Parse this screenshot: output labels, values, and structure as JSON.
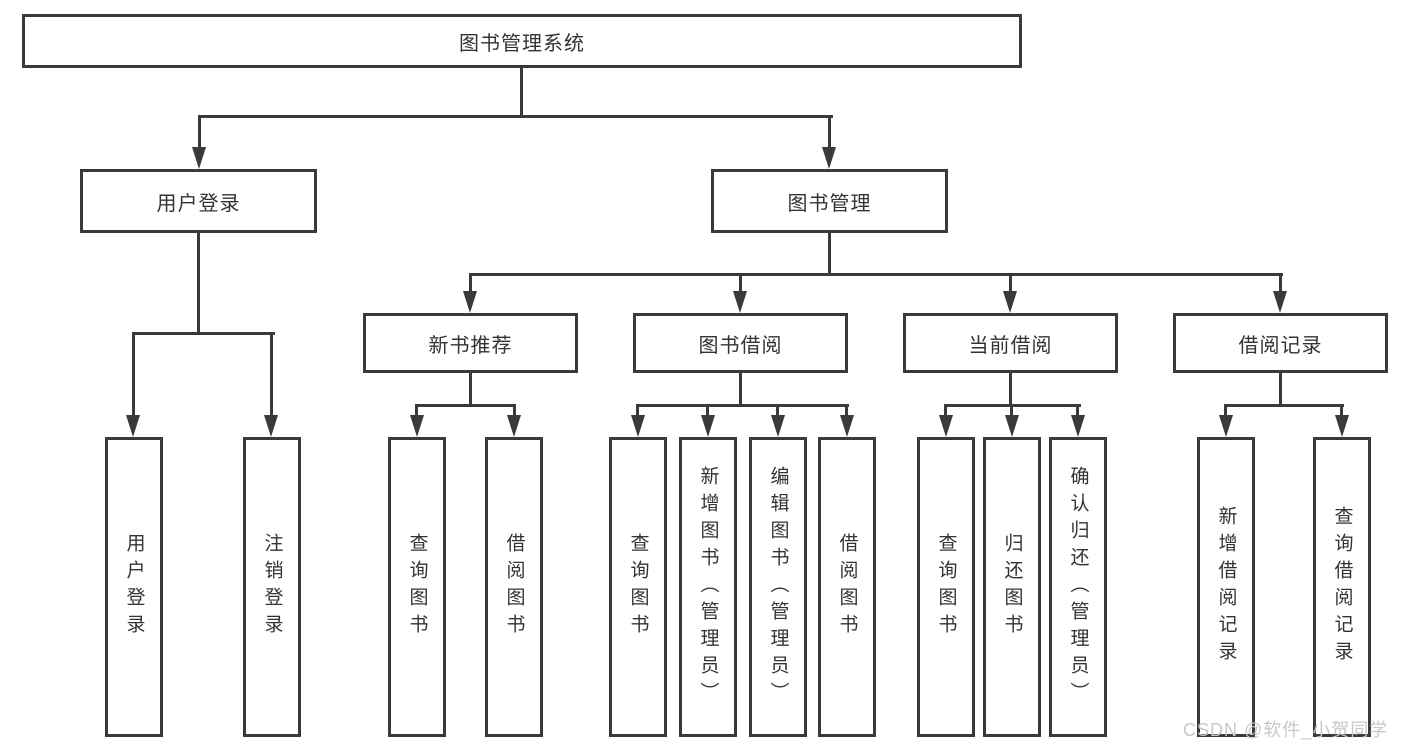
{
  "diagram": {
    "title": "图书管理系统",
    "type": "hierarchy-tree",
    "nodes": {
      "root": "图书管理系统",
      "user_login": "用户登录",
      "book_management": "图书管理",
      "new_book_recommend": "新书推荐",
      "book_borrowing": "图书借阅",
      "current_borrowing": "当前借阅",
      "borrowing_records": "借阅记录",
      "leaf_user_login": "用户登录",
      "leaf_logout": "注销登录",
      "leaf_nb_query_books": "查询图书",
      "leaf_nb_borrow_books": "借阅图书",
      "leaf_bb_query_books": "查询图书",
      "leaf_bb_add_books": "新增图书（管理员）",
      "leaf_bb_edit_books": "编辑图书（管理员）",
      "leaf_bb_borrow_books": "借阅图书",
      "leaf_cb_query_books": "查询图书",
      "leaf_cb_return_books": "归还图书",
      "leaf_cb_confirm_return": "确认归还（管理员）",
      "leaf_br_add_record": "新增借阅记录",
      "leaf_br_query_record": "查询借阅记录"
    },
    "hierarchy": {
      "图书管理系统": {
        "用户登录": [
          "用户登录",
          "注销登录"
        ],
        "图书管理": {
          "新书推荐": [
            "查询图书",
            "借阅图书"
          ],
          "图书借阅": [
            "查询图书",
            "新增图书（管理员）",
            "编辑图书（管理员）",
            "借阅图书"
          ],
          "当前借阅": [
            "查询图书",
            "归还图书",
            "确认归还（管理员）"
          ],
          "借阅记录": [
            "新增借阅记录",
            "查询借阅记录"
          ]
        }
      }
    },
    "colors": {
      "line": "#3a3a3a",
      "text": "#333333",
      "background": "#ffffff",
      "watermark": "#c8c8c8"
    }
  },
  "watermark": {
    "text": "CSDN @软件_小贺同学"
  }
}
